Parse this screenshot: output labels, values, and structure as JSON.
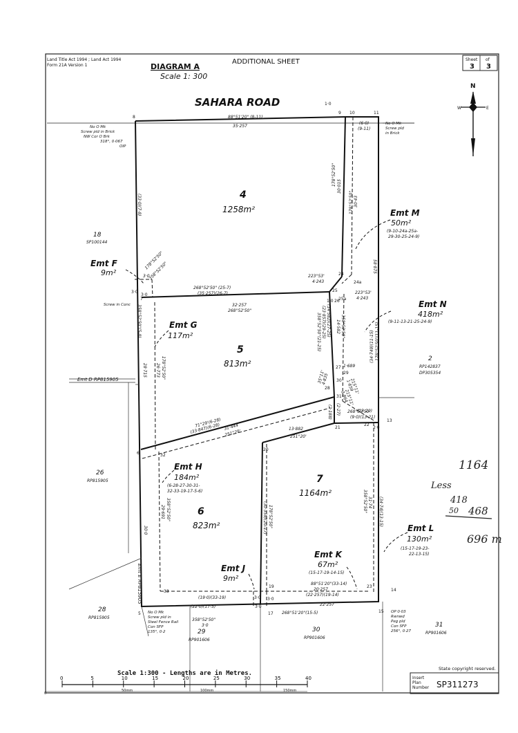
{
  "header": {
    "legislation_1": "Land Title Act 1994 ; Land Act 1994",
    "legislation_2": "Form 21A Version 1",
    "diagram_title": "DIAGRAM A",
    "sheet_type": "ADDITIONAL SHEET",
    "scale": "Scale 1: 300",
    "sheet_label": "Sheet",
    "of_label": "of",
    "sheet_no": "3",
    "sheet_total": "3"
  },
  "road_name": "SAHARA ROAD",
  "compass": {
    "north": "N",
    "east": "E",
    "west": "W"
  },
  "lots": [
    {
      "number": "4",
      "area": "1258m²"
    },
    {
      "number": "5",
      "area": "813m²"
    },
    {
      "number": "6",
      "area": "823m²"
    },
    {
      "number": "7",
      "area": "1164m²"
    }
  ],
  "easements": [
    {
      "name": "Emt M",
      "area": "50m²",
      "points_1": "(9-10-24a-25a-",
      "points_2": "29-30-25-24-9)"
    },
    {
      "name": "Emt N",
      "area": "418m²",
      "points_1": "(9-11-13-21-25-24-9)",
      "points_2": ""
    },
    {
      "name": "Emt F",
      "area": "9m²",
      "points_1": "",
      "points_2": ""
    },
    {
      "name": "Emt G",
      "area": "117m²",
      "points_1": "",
      "points_2": ""
    },
    {
      "name": "Emt H",
      "area": "184m²",
      "points_1": "(6-28-27-30-31-",
      "points_2": "32-33-19-17-5-6)"
    },
    {
      "name": "Emt J",
      "area": "9m²",
      "points_1": "",
      "points_2": ""
    },
    {
      "name": "Emt K",
      "area": "67m²",
      "points_1": "(15-17-19-14-15)",
      "points_2": ""
    },
    {
      "name": "Emt L",
      "area": "130m²",
      "points_1": "(15-17-19-23-",
      "points_2": "22-13-15)"
    }
  ],
  "neighbours": [
    {
      "lot": "18",
      "plan": "SP100144"
    },
    {
      "lot": "2",
      "plan": "RP142837"
    },
    {
      "lot": "",
      "plan": "DP305354"
    },
    {
      "lot": "26",
      "plan": "RP815905"
    },
    {
      "lot": "28",
      "plan": "RP815905"
    },
    {
      "lot": "29",
      "plan": "RP901606"
    },
    {
      "lot": "30",
      "plan": "RP901606"
    },
    {
      "lot": "31",
      "plan": "RP901606"
    }
  ],
  "other_easements": {
    "emt_d": "Emt D RP815905",
    "emt_e": "Emt E RP815905"
  },
  "bearings": {
    "top": "88°51'20\" (8-11)",
    "top_dist": "35·257",
    "top_right_seg": "(6·0)",
    "top_right_seg2": "(9-11)",
    "line_25_7": "268°52'50\" (25-7)",
    "line_25_7b": "(35·257)(26-7)",
    "line_26_mid": "32·257",
    "line_26_b": "268°52'50\"",
    "line_628_1": "71°29'(6-28)",
    "line_628_2": "(33·847)(6-28)",
    "line_628_3": "31·444",
    "line_628_4": "251°29'",
    "line_2021_1": "13·882",
    "line_2021_2": "251°20'",
    "line_1321": "(13-21)",
    "line_1321b": "268°52'50\"",
    "line_1321c": "(9·0)(13-21)",
    "bottom_1": "88°51'20\"(33-14)",
    "bottom_2": "20·257",
    "bottom_3": "(22·257)(19-14)",
    "bottom_4": "(19·0)(33-19)",
    "bottom_5": "(22·0)(17-5)",
    "bottom_6": "268°51'20\"(15-5)",
    "bottom_7": "22·257",
    "bottom_8": "358°52'50\"",
    "bottom_9": "3·0",
    "left_1": "(33·0)(7-8)",
    "left_2": "358°52'50\"(5-8)",
    "left_3": "28·715",
    "left_4": "30·0",
    "inner_1": "178°52'50\"",
    "inner_2": "26·773",
    "inner_3": "358°52'50\"",
    "inner_4": "29·691",
    "inner_5": "178°52'50\"",
    "inner_6": "(30·359)(20-17)",
    "inner_7": "358°52'50\"",
    "inner_8": "31·74",
    "inner_9": "(34·74)(13-15)",
    "right_1": "58·875",
    "right_2": "178°52'50\"(11-15)",
    "right_3": "(34·749)(11-15)",
    "emt_m_1": "178°52'50\"",
    "emt_m_2": "30·015",
    "emt_m_3": "178°52'50\"",
    "emt_m_4": "30·43",
    "b_24a": "223°53'",
    "b_24a_2": "4·243",
    "b_25a": "223°53'",
    "b_25a_2": "4·243",
    "b_27": "1·689",
    "b_29": "215°11'",
    "b_29b": "1·659",
    "b_31": "215°11'",
    "b_31b": "3·864",
    "b_28": "35°11'",
    "b_28b": "4·835",
    "b_25_26": "358°52'50\"",
    "b_25_26b": "14·582",
    "b_25_26c": "(14·582)(27-25)",
    "b_25_26d": "(23·857)(29-25)",
    "b_25_26e": "358°52'50\"(21-25)",
    "b_2821": "(2·27)",
    "b_2821b": "(2·188)"
  },
  "stations": [
    "8",
    "9",
    "10",
    "11",
    "7",
    "24",
    "24a",
    "25",
    "25a",
    "26",
    "27",
    "28",
    "29",
    "30",
    "31",
    "6",
    "32",
    "20",
    "21",
    "22",
    "13",
    "33",
    "19",
    "23",
    "14",
    "17",
    "5",
    "15",
    "1·0",
    "3·0",
    "3·0",
    "3·0",
    "2·0",
    "3·0",
    "3·0",
    "1·0"
  ],
  "marks": {
    "nw_1": "No O Mk",
    "nw_2": "Screw pld in Brick",
    "nw_3": "NW Cor O Brk",
    "nw_4": "318°, 0·067",
    "nw_5": "OIP",
    "ne_1": "No O Mk",
    "ne_2": "Screw pld",
    "ne_3": "in Brick",
    "w7_1": "Screw in Conc",
    "sw_1": "No O Mk",
    "sw_2": "Screw pld in",
    "sw_3": "Steel Fence Rail",
    "sw_4": "Con SFP",
    "sw_5": "135°, 0·2",
    "se_1": "OP 0·03",
    "se_2": "Rwnwd",
    "se_3": "Peg pld",
    "se_4": "Con SFP",
    "se_5": "256°, 0·27"
  },
  "scale_bar": {
    "caption": "Scale 1:300 - Lengths are in Metres.",
    "ticks": [
      "0",
      "5",
      "10",
      "15",
      "20",
      "25",
      "30",
      "35",
      "40"
    ],
    "mm_ticks": [
      "0",
      "50mm",
      "100mm",
      "150mm"
    ]
  },
  "footer": {
    "copyright": "State copyright reserved.",
    "plan_label_1": "Insert",
    "plan_label_2": "Plan",
    "plan_label_3": "Number",
    "plan_number": "SP311273"
  },
  "handwriting": {
    "h1": "1164",
    "h2": "Less",
    "h3": "418",
    "h4": "50",
    "h5": "468",
    "h6": "696 m"
  }
}
